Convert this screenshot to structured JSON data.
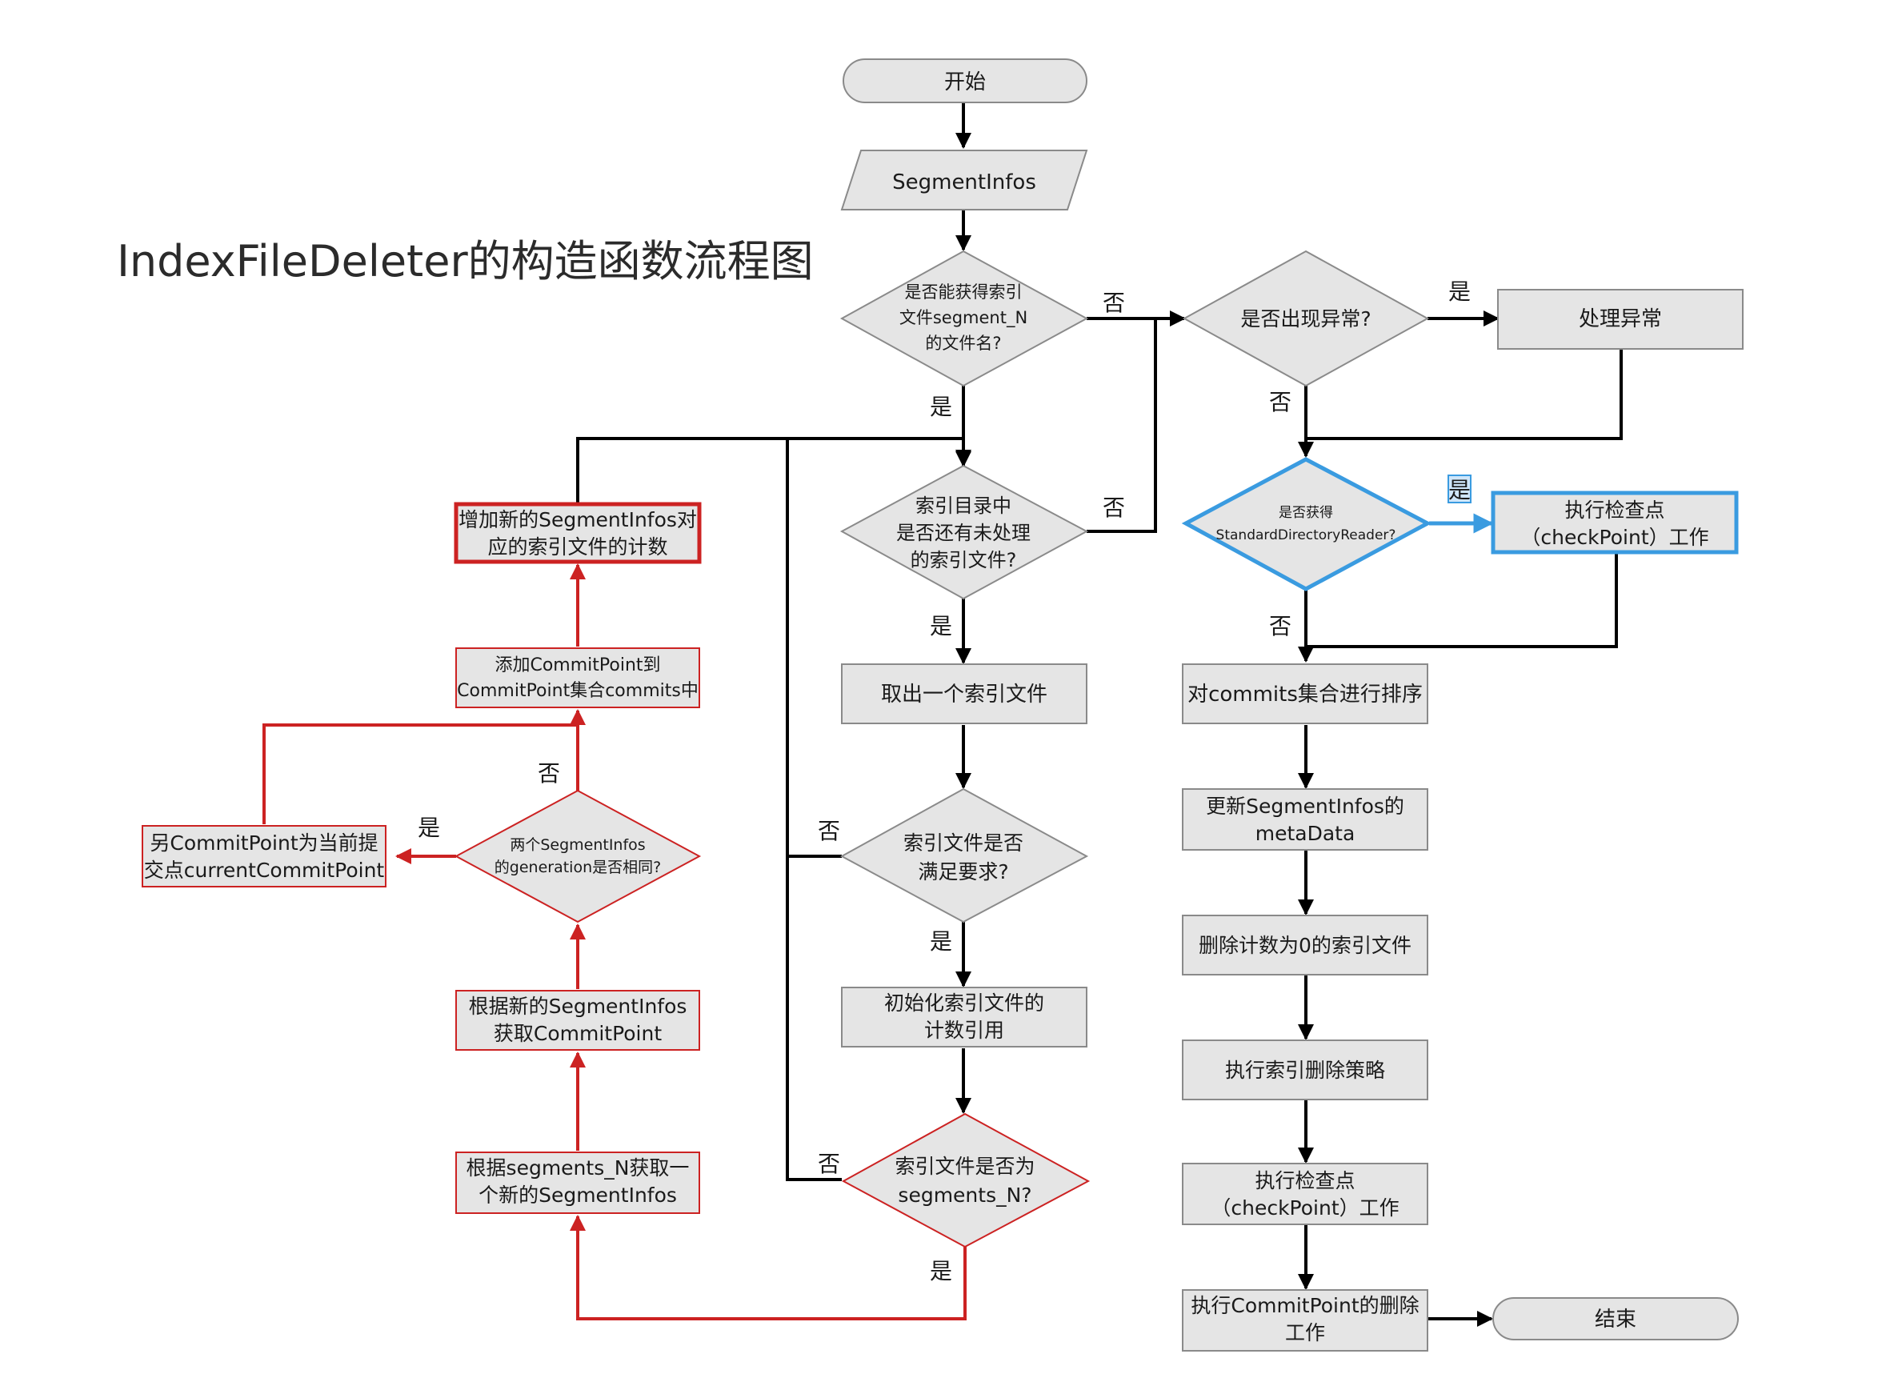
{
  "title": "IndexFileDeleter的构造函数流程图",
  "colors": {
    "node_fill": "#e5e5e5",
    "node_stroke": "#8a8a8a",
    "edge": "#000000",
    "red": "#cc2222",
    "blue": "#3a9be0",
    "text": "#1a1a1a"
  },
  "nodes": {
    "start": "开始",
    "segmentinfos": "SegmentInfos",
    "d_can_get_segment_n": [
      "是否能获得索引",
      "文件segment_N",
      "的文件名?"
    ],
    "d_exception": "是否出现异常?",
    "handle_exception": "处理异常",
    "d_unprocessed": [
      "索引目录中",
      "是否还有未处理",
      "的索引文件?"
    ],
    "d_standard_reader": [
      "是否获得",
      "StandardDirectoryReader?"
    ],
    "checkpoint_blue": [
      "执行检查点",
      "（checkPoint）工作"
    ],
    "take_file": "取出一个索引文件",
    "sort_commits": "对commits集合进行排序",
    "d_file_ok": [
      "索引文件是否",
      "满足要求?"
    ],
    "update_metadata": [
      "更新SegmentInfos的",
      "metaData"
    ],
    "init_refcount": [
      "初始化索引文件的",
      "计数引用"
    ],
    "delete_zero": "删除计数为0的索引文件",
    "exec_policy": "执行索引删除策略",
    "d_is_segments_n": [
      "索引文件是否为",
      "segments_N?"
    ],
    "checkpoint_gray": [
      "执行检查点",
      "（checkPoint）工作"
    ],
    "commitpoint_delete": [
      "执行CommitPoint的删除",
      "工作"
    ],
    "end": "结束",
    "add_refcount": [
      "增加新的SegmentInfos对",
      "应的索引文件的计数"
    ],
    "add_to_commits": [
      "添加CommitPoint到",
      "CommitPoint集合commits中"
    ],
    "set_current": [
      "另CommitPoint为当前提",
      "交点currentCommitPoint"
    ],
    "d_same_generation": [
      "两个SegmentInfos",
      "的generation是否相同?"
    ],
    "get_commitpoint": [
      "根据新的SegmentInfos",
      "获取CommitPoint"
    ],
    "get_new_infos": [
      "根据segments_N获取一",
      "个新的SegmentInfos"
    ]
  },
  "edge_labels": {
    "yes": "是",
    "no": "否"
  }
}
